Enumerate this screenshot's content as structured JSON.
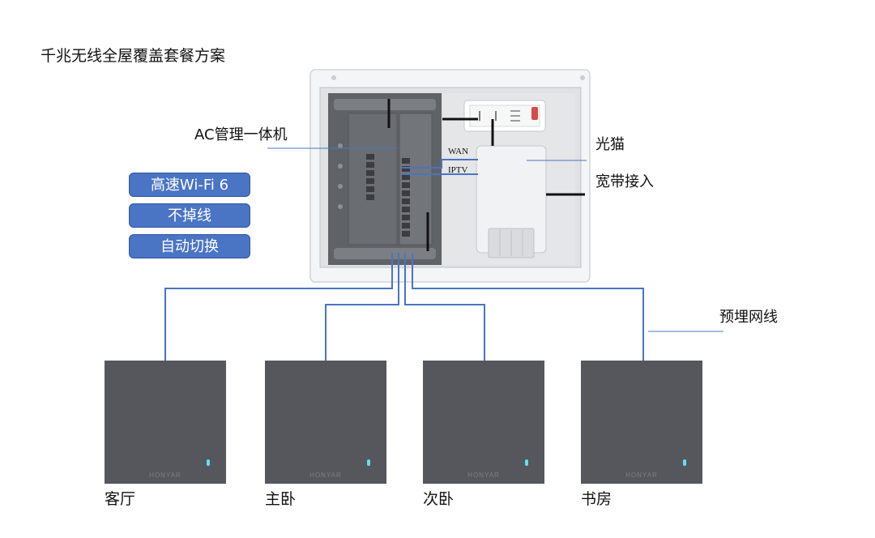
{
  "title": "千兆无线全屋覆盖套餐方案",
  "labels": {
    "ac_unit": "AC管理一体机",
    "modem": "光猫",
    "broadband": "宽带接入",
    "cable": "预埋网线",
    "wan": "WAN",
    "iptv": "IPTV"
  },
  "features": [
    "高速Wi-Fi 6",
    "不掉线",
    "自动切换"
  ],
  "access_points": [
    {
      "room": "客厅",
      "brand": "HONYAR"
    },
    {
      "room": "主卧",
      "brand": "HONYAR"
    },
    {
      "room": "次卧",
      "brand": "HONYAR"
    },
    {
      "room": "书房",
      "brand": "HONYAR"
    }
  ],
  "colors": {
    "accent_blue": "#4a74c4",
    "line_blue": "#4a74c4",
    "ap_gray": "#55575c",
    "led": "#5fe0f4"
  }
}
